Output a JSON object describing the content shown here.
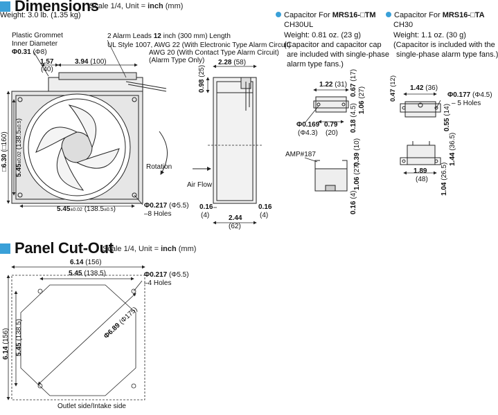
{
  "dimensions": {
    "title": "Dimensions",
    "scale_note_prefix": "Scale 1/4, Unit = ",
    "scale_unit": "inch",
    "scale_note_suffix": " (mm)",
    "weight": "Weight: 3.0 lb. (1.35 kg)"
  },
  "fan_front": {
    "grommet_label_1": "Plastic Grommet",
    "grommet_label_2": "Inner Diameter",
    "grommet_dia_in": "Φ0.31",
    "grommet_dia_mm": "(Φ8)",
    "dim_157_in": "1.57",
    "dim_157_mm": "(40)",
    "dim_394_in": "3.94",
    "dim_394_mm": "(100)",
    "lead_line1_a": "2 Alarm  Leads ",
    "lead_line1_b": "12",
    "lead_line1_c": " inch (300 mm) Length",
    "lead_line2": "UL Style 1007,  AWG 22 (With Electronic Type Alarm Circuit)",
    "lead_line3": "AWG 20 (With Contact Type Alarm Circuit)",
    "lead_line4": "(Alarm Type Only)",
    "side_630_in": "□6.30",
    "side_630_mm": "(□160)",
    "side_545_in": "5.45",
    "side_545_tol": "±0.02",
    "side_545_mm": "(138.5",
    "side_545_mm_tol": "±0.5",
    "side_545_close": ")",
    "bottom_545_in": "5.45",
    "bottom_545_tol": "±0.02",
    "bottom_545_mm": "(138.5",
    "bottom_545_mm_tol": "±0.5",
    "bottom_545_close": ")",
    "rotation": "Rotation",
    "holes_dia_in": "Φ0.217",
    "holes_dia_mm": "(Φ5.5)",
    "holes_count": "–8 Holes"
  },
  "fan_side": {
    "dim_228_in": "2.28",
    "dim_228_mm": "(58)",
    "dim_098_in": "0.98",
    "dim_098_mm": "(25)",
    "air_flow": "Air Flow",
    "dim_016_in_l": "0.16",
    "dim_016_mm_l": "(4)",
    "dim_016_in_r": "0.16",
    "dim_016_mm_r": "(4)",
    "dim_244_in": "2.44",
    "dim_244_mm": "(62)"
  },
  "cap_tm": {
    "title_prefix": "Capacitor For ",
    "title_model": "MRS16-□TM",
    "part": "CH30UL",
    "weight": "Weight: 0.81 oz. (23 g)",
    "note1": "(Capacitor and capacitor cap",
    "note2": "are included with single-phase",
    "note3": "alarm type fans.)",
    "d122_in": "1.22",
    "d122_mm": "(31)",
    "d067_in": "0.67",
    "d067_mm": "(17)",
    "d106_in": "1.06",
    "d106_mm": "(27)",
    "d018_in": "0.18",
    "d018_mm": "(4.5)",
    "d0169_in": "Φ0.169",
    "d0169_mm": "(Φ4.3)",
    "d079_in": "0.79",
    "d079_mm": "(20)",
    "amp": "AMP#187",
    "d039_in": "0.39",
    "d039_mm": "(10)",
    "d106b_in": "1.06",
    "d106b_mm": "(27)",
    "d016_in": "0.16",
    "d016_mm": "(4)"
  },
  "cap_ta": {
    "title_prefix": "Capacitor For ",
    "title_model": "MRS16-□TA",
    "part": "CH30",
    "weight": "Weight: 1.1 oz. (30 g)",
    "note1": "(Capacitor is included with the",
    "note2": "single-phase alarm type fans.)",
    "d142_in": "1.42",
    "d142_mm": "(36)",
    "d047_in": "0.47",
    "d047_mm": "(12)",
    "d0177_in": "Φ0.177",
    "d0177_mm": "(Φ4.5)",
    "holes": "– 5 Holes",
    "d055_in": "0.55",
    "d055_mm": "(14)",
    "d144_in": "1.44",
    "d144_mm": "(36.5)",
    "d189_in": "1.89",
    "d189_mm": "(48)",
    "d104_in": "1.04",
    "d104_mm": "(26.5)"
  },
  "panel": {
    "title": "Panel Cut-Out",
    "scale_note_prefix": "Scale 1/4, Unit = ",
    "scale_unit": "inch",
    "scale_note_suffix": " (mm)",
    "d614_in": "6.14",
    "d614_mm": "(156)",
    "d545_in": "5.45",
    "d545_mm": "(138.5)",
    "holes_in": "Φ0.217",
    "holes_mm": "(Φ5.5)",
    "holes_count": "–4 Holes",
    "diag_in": "Φ6.89",
    "diag_mm": "(Φ175)",
    "v614_in": "6.14",
    "v614_mm": "(156)",
    "v545_in": "5.45",
    "v545_mm": "(138.5)",
    "caption": "Outlet side/Intake side"
  },
  "colors": {
    "accent": "#3aa0d8",
    "line": "#222222",
    "fan_fill": "#e6e6e6"
  }
}
